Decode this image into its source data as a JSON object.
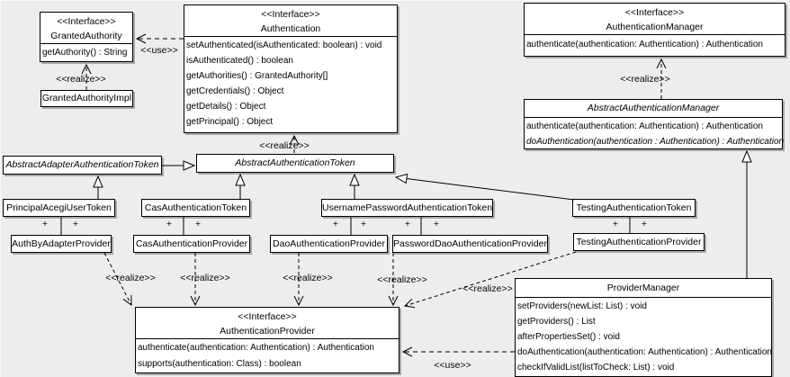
{
  "labels": {
    "use": "<<use>>",
    "realize": "<<realize>>",
    "plus": "+"
  },
  "classes": {
    "granted_authority": {
      "stereotype": "<<Interface>>",
      "name": "GrantedAuthority",
      "methods": [
        "getAuthority() : String"
      ]
    },
    "granted_authority_impl": {
      "name": "GrantedAuthorityImpl"
    },
    "authentication": {
      "stereotype": "<<Interface>>",
      "name": "Authentication",
      "methods": [
        "setAuthenticated(isAuthenticated: boolean) : void",
        "isAuthenticated() : boolean",
        "getAuthorities() : GrantedAuthority[]",
        "getCredentials() : Object",
        "getDetails() : Object",
        "getPrincipal() : Object"
      ]
    },
    "authentication_manager": {
      "stereotype": "<<Interface>>",
      "name": "AuthenticationManager",
      "methods": [
        "authenticate(authentication: Authentication) : Authentication"
      ]
    },
    "abstract_authentication_manager": {
      "name": "AbstractAuthenticationManager",
      "methods": [
        "authenticate(authentication: Authentication) : Authentication",
        "doAuthentication(authentication : Authentication) : Authentication"
      ]
    },
    "abstract_adapter_authentication_token": {
      "name": "AbstractAdapterAuthenticationToken"
    },
    "abstract_authentication_token": {
      "name": "AbstractAuthenticationToken"
    },
    "principal_acegi_user_token": {
      "name": "PrincipalAcegiUserToken"
    },
    "cas_authentication_token": {
      "name": "CasAuthenticationToken"
    },
    "username_password_authentication_token": {
      "name": "UsernamePasswordAuthenticationToken"
    },
    "testing_authentication_token": {
      "name": "TestingAuthenticationToken"
    },
    "auth_by_adapter_provider": {
      "name": "AuthByAdapterProvider"
    },
    "cas_authentication_provider": {
      "name": "CasAuthenticationProvider"
    },
    "dao_authentication_provider": {
      "name": "DaoAuthenticationProvider"
    },
    "password_dao_authentication_provider": {
      "name": "PasswordDaoAuthenticationProvider"
    },
    "testing_authentication_provider": {
      "name": "TestingAuthenticationProvider"
    },
    "authentication_provider": {
      "stereotype": "<<Interface>>",
      "name": "AuthenticationProvider",
      "methods": [
        "authenticate(authentication: Authentication) : Authentication",
        "supports(authentication: Class) : boolean"
      ]
    },
    "provider_manager": {
      "name": "ProviderManager",
      "methods": [
        "setProviders(newList: List) : void",
        "getProviders() : List",
        "afterPropertiesSet() : void",
        "doAuthentication(authentication: Authentication) : Authentication",
        "checkIfValidList(listToCheck: List) : void"
      ]
    }
  }
}
